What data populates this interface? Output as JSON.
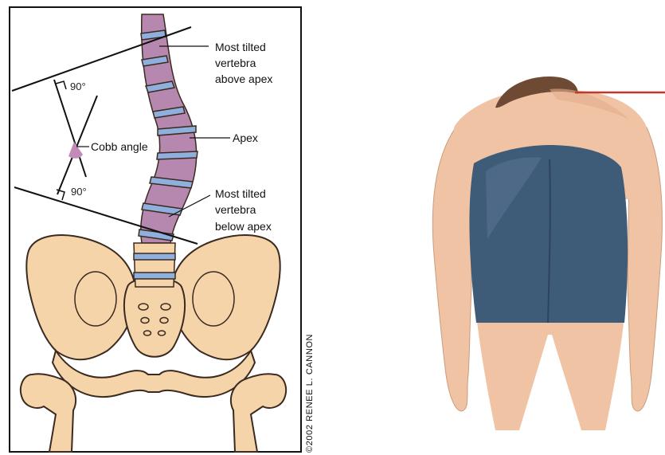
{
  "diagram": {
    "labels": {
      "most_tilted_above_l1": "Most tilted",
      "most_tilted_above_l2": "vertebra",
      "most_tilted_above_l3": "above apex",
      "apex": "Apex",
      "cobb_angle": "Cobb angle",
      "angle_top": "90°",
      "angle_bottom": "90°",
      "most_tilted_below_l1": "Most tilted",
      "most_tilted_below_l2": "vertebra",
      "most_tilted_below_l3": "below apex"
    },
    "credit": "©2002 RENEE L. CANNON"
  },
  "colors": {
    "vertebra": "#b688b0",
    "disc": "#8fb0dc",
    "bone": "#f4d4a8",
    "outline": "#3a2a20",
    "shorts": "#3e5b78",
    "skin": "#efc3a3",
    "hair": "#6e4a34",
    "pointer": "#c0392b"
  }
}
